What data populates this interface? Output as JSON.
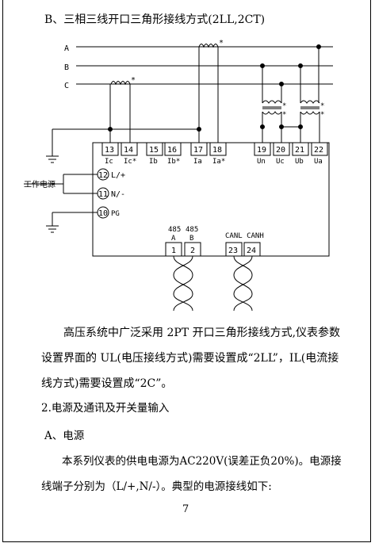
{
  "heading": "B、三相三线开口三角形接线方式(2LL,2CT)",
  "phase_labels": [
    "A",
    "B",
    "C"
  ],
  "terminals": [
    {
      "num": "13",
      "label": "Ic"
    },
    {
      "num": "14",
      "label": "Ic*"
    },
    {
      "num": "15",
      "label": "Ib"
    },
    {
      "num": "16",
      "label": "Ib*"
    },
    {
      "num": "17",
      "label": "Ia"
    },
    {
      "num": "18",
      "label": "Ia*"
    },
    {
      "num": "19",
      "label": "Un"
    },
    {
      "num": "20",
      "label": "Uc"
    },
    {
      "num": "21",
      "label": "Ub"
    },
    {
      "num": "22",
      "label": "Ua"
    }
  ],
  "power_terminals": [
    {
      "num": "12",
      "label": "L/+"
    },
    {
      "num": "11",
      "label": "N/-"
    },
    {
      "num": "10",
      "label": "PG"
    }
  ],
  "power_label": "工作电源",
  "comm": {
    "rs485_title": "485",
    "a_label": "A",
    "b_label": "B",
    "can_label": "CANL CANH",
    "t1": "1",
    "t2": "2",
    "t23": "23",
    "t24": "24"
  },
  "ct_star": "*",
  "paragraph1": "高压系统中广泛采用 2PT 开口三角形接线方式,仪表参数设置界面的 UL(电压接线方式)需要设置成“2LL”，IL(电流接线方式)需要设置成“2C”。",
  "section2": "2.电源及通讯及开关量输入",
  "subA": "A、电源",
  "paragraph2": "本系列仪表的供电电源为AC220V(误差正负20%)。电源接线端子分别为（L/+,N/-）。典型的电源接线如下:",
  "page_number": "7"
}
